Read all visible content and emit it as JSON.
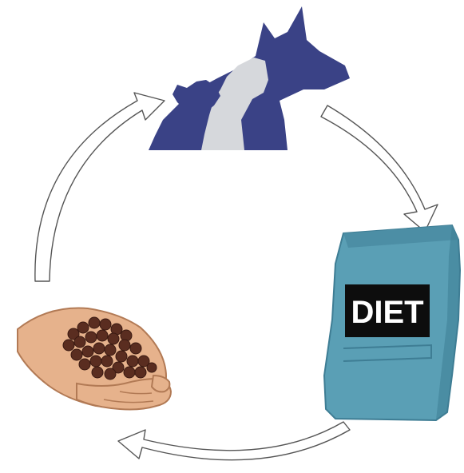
{
  "diagram": {
    "type": "cycle",
    "nodes": [
      {
        "id": "pets",
        "icon": "dog-and-cat-silhouette-icon"
      },
      {
        "id": "food-bag",
        "icon": "diet-food-bag-icon",
        "label": "DIET"
      },
      {
        "id": "hand-kibble",
        "icon": "hand-holding-kibble-icon"
      }
    ],
    "arrows": [
      {
        "from": "pets",
        "to": "food-bag"
      },
      {
        "from": "food-bag",
        "to": "hand-kibble"
      },
      {
        "from": "hand-kibble",
        "to": "pets"
      }
    ],
    "colors": {
      "pets_dark": "#3a4286",
      "pets_light": "#d6d8dc",
      "bag": "#5a9fb5",
      "bag_dark": "#3e7d94",
      "label_bg": "#0d0d0d",
      "label_text": "#ffffff",
      "skin": "#e6b28c",
      "skin_dark": "#b27a55",
      "kibble": "#5a2d20",
      "arrow_stroke": "#555555"
    }
  }
}
